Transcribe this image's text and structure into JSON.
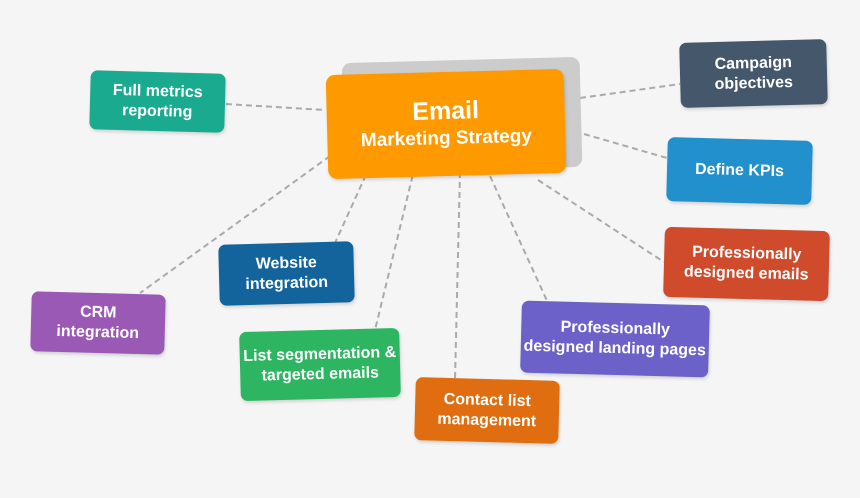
{
  "center": {
    "line1": "Email",
    "line2": "Marketing Strategy",
    "color": "#ff9900",
    "shadow_color": "#cccccc"
  },
  "connector_color": "#aaaaaa",
  "nodes": [
    {
      "key": "full-metrics-reporting",
      "lines": [
        "Full metrics",
        "reporting"
      ],
      "color": "#1aaa90"
    },
    {
      "key": "campaign-objectives",
      "lines": [
        "Campaign",
        "objectives"
      ],
      "color": "#45576a"
    },
    {
      "key": "define-kpis",
      "lines": [
        "Define KPIs"
      ],
      "color": "#2190cc"
    },
    {
      "key": "professionally-designed-emails",
      "lines": [
        "Professionally",
        "designed emails"
      ],
      "color": "#cf4b2c"
    },
    {
      "key": "professionally-designed-landing-pages",
      "lines": [
        "Professionally",
        "designed landing pages"
      ],
      "color": "#6b61c9"
    },
    {
      "key": "contact-list-management",
      "lines": [
        "Contact list",
        "management"
      ],
      "color": "#e06e10"
    },
    {
      "key": "list-segmentation",
      "lines": [
        "List segmentation &",
        "targeted emails"
      ],
      "color": "#2db562"
    },
    {
      "key": "website-integration",
      "lines": [
        "Website",
        "integration"
      ],
      "color": "#13649c"
    },
    {
      "key": "crm-integration",
      "lines": [
        "CRM",
        "integration"
      ],
      "color": "#9b59b6"
    }
  ]
}
